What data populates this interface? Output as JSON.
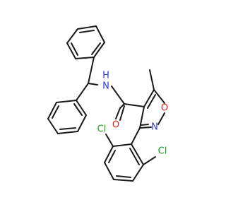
{
  "molecule": {
    "atom_labels": {
      "amide_nh": "N",
      "amide_h": "H",
      "carbonyl_o": "O",
      "ring_n": "N",
      "ring_o": "O",
      "methyl": "",
      "cl_left": "Cl",
      "cl_right": "Cl"
    },
    "colors": {
      "bond": "#1a1a1a",
      "carbon_text": "#1a1a1a",
      "nitrogen": "#2a3bd6",
      "oxygen": "#e0211f",
      "chlorine": "#1aa31a",
      "background": "#ffffff"
    }
  }
}
